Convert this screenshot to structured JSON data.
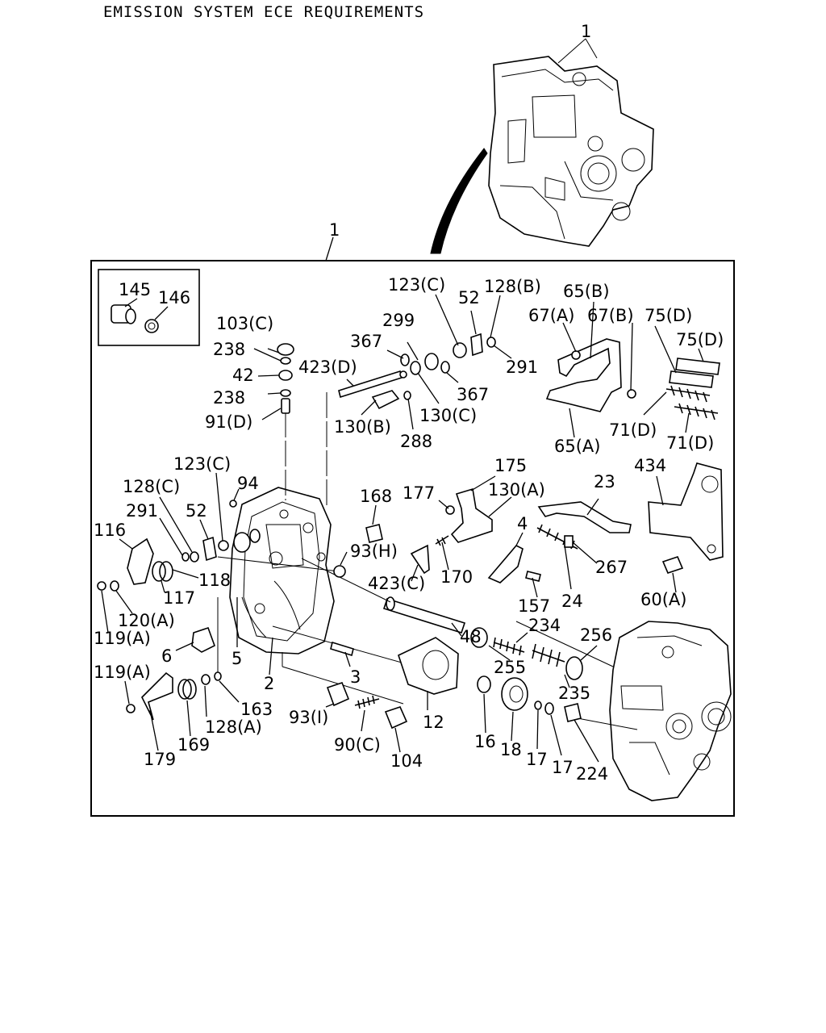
{
  "title": "EMISSION SYSTEM ECE REQUIREMENTS",
  "callouts": {
    "top_ref": "1",
    "main_ref": "1",
    "c145": "145",
    "c146": "146",
    "c103c": "103(C)",
    "c238a": "238",
    "c42": "42",
    "c238b": "238",
    "c91d": "91(D)",
    "c423d": "423(D)",
    "c367a": "367",
    "c299": "299",
    "c123c_top": "123(C)",
    "c52_top": "52",
    "c128b": "128(B)",
    "c291_top": "291",
    "c367b": "367",
    "c130c": "130(C)",
    "c130b": "130(B)",
    "c288": "288",
    "c65b": "65(B)",
    "c67a": "67(A)",
    "c67b": "67(B)",
    "c75d_a": "75(D)",
    "c75d_b": "75(D)",
    "c71d_a": "71(D)",
    "c71d_b": "71(D)",
    "c65a": "65(A)",
    "c123c_left": "123(C)",
    "c94": "94",
    "c128c": "128(C)",
    "c52_left": "52",
    "c291_left": "291",
    "c116": "116",
    "c118": "118",
    "c117": "117",
    "c120a": "120(A)",
    "c119a_top": "119(A)",
    "c6": "6",
    "c5": "5",
    "c2": "2",
    "c3": "3",
    "c119a_bot": "119(A)",
    "c128a": "128(A)",
    "c163": "163",
    "c169": "169",
    "c179": "179",
    "c93i": "93(I)",
    "c90c": "90(C)",
    "c104": "104",
    "c12": "12",
    "c168": "168",
    "c93h": "93(H)",
    "c177": "177",
    "c175": "175",
    "c130a": "130(A)",
    "c423c": "423(C)",
    "c170": "170",
    "c4": "4",
    "c157": "157",
    "c24": "24",
    "c23": "23",
    "c267": "267",
    "c434": "434",
    "c60a": "60(A)",
    "c48": "48",
    "c234": "234",
    "c255": "255",
    "c256": "256",
    "c235": "235",
    "c16": "16",
    "c18": "18",
    "c17a": "17",
    "c17b": "17",
    "c224": "224"
  }
}
